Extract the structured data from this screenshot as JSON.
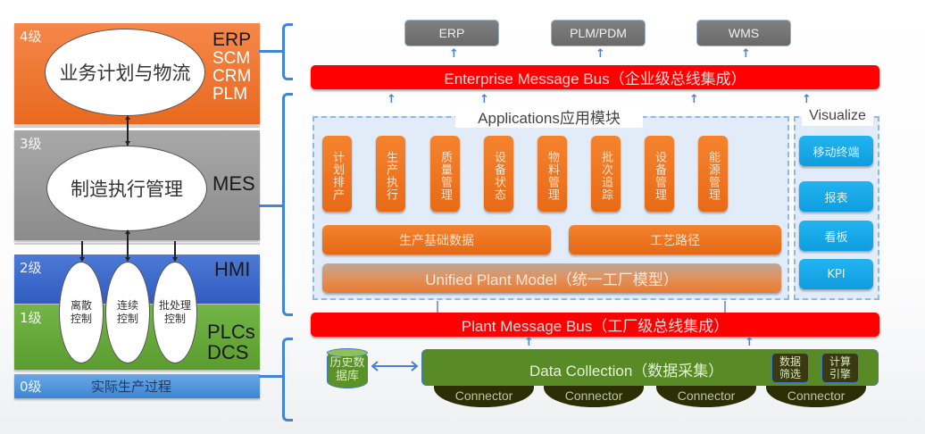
{
  "levels": {
    "l4": {
      "label": "4级",
      "process": "业务计划与物流",
      "systems": [
        "ERP",
        "SCM",
        "CRM",
        "PLM"
      ],
      "color": "#ef7a36"
    },
    "l3": {
      "label": "3级",
      "process": "制造执行管理",
      "systems": [
        "MES"
      ],
      "color": "#9a9a9a"
    },
    "l2": {
      "label": "2级",
      "systems": [
        "HMI"
      ],
      "color": "#3a67c9"
    },
    "l1": {
      "label": "1级",
      "systems": [
        "PLCs",
        "DCS"
      ],
      "color": "#66a83a"
    },
    "l0": {
      "label": "0级",
      "process": "实际生产过程",
      "color": "#4d92da"
    },
    "controls": [
      "离散 控制",
      "连续 控制",
      "批处理 控制"
    ],
    "controls_lines": [
      [
        "离散",
        "控制"
      ],
      [
        "连续",
        "控制"
      ],
      [
        "批处理",
        "控制"
      ]
    ]
  },
  "external_systems": [
    "ERP",
    "PLM/PDM",
    "WMS"
  ],
  "enterprise_bus": "Enterprise Message Bus（企业级总线集成）",
  "applications": {
    "title": "Applications应用模块",
    "modules": [
      "计划排产",
      "生产执行",
      "质量管理",
      "设备状态",
      "物料管理",
      "批次追踪",
      "设备管理",
      "能源管理"
    ],
    "base_data": "生产基础数据",
    "process_route": "工艺路径",
    "unified_model": "Unified Plant Model（统一工厂模型）"
  },
  "visualize": {
    "title": "Visualize",
    "items": [
      "移动终端",
      "报表",
      "看板",
      "KPI"
    ]
  },
  "plant_bus": "Plant Message Bus（工厂级总线集成）",
  "data_collection": {
    "label": "Data Collection（数据采集）",
    "sub_modules": [
      [
        "数据",
        "筛选"
      ],
      [
        "计算",
        "引擎"
      ]
    ],
    "history_db": [
      "历史数",
      "据库"
    ],
    "connectors": [
      "Connector",
      "Connector",
      "Connector",
      "Connector"
    ]
  },
  "colors": {
    "bus": "#ff0000",
    "module_orange": "#ee7322",
    "visualize_blue": "#17a8e9",
    "data_collection_green": "#588a26",
    "bracket_blue": "#3f86d6"
  }
}
